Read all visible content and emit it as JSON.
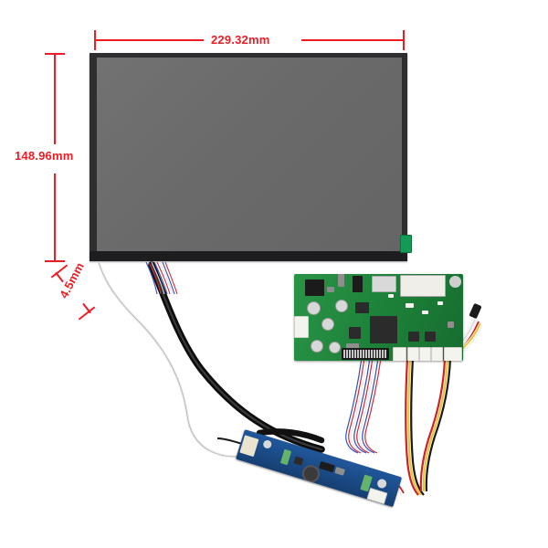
{
  "image": {
    "subject": "lcd-panel-kit-with-driver-board",
    "background_color": "#ffffff"
  },
  "annotations": {
    "accent_color": "#ee1c24",
    "width_label": "229.32mm",
    "height_label": "148.96mm",
    "thickness_label": "4.5mm"
  },
  "panel": {
    "name": "lcd-panel",
    "bezel_color": "#2e2e30",
    "screen_color": "#6b6b6b",
    "connector_tab_color": "#119b54"
  },
  "driver_board": {
    "name": "hdmi-driver-board",
    "pcb_color": "#1f8a3b",
    "ports": [
      "hdmi-port",
      "usb-port",
      "power-jack",
      "audio-jack"
    ],
    "headers": [
      "lvds-header",
      "key-header",
      "backlight-header"
    ]
  },
  "inverter_board": {
    "name": "button-inverter-board",
    "pcb_color": "#18467f",
    "controls": [
      "power-button"
    ]
  },
  "cables": {
    "lvds_ribbon": "lvds-ribbon-cable",
    "sleeved_black": "black-sleeved-cable",
    "power_wire": "red-yellow-black-power-wire",
    "ir_sensor": "ir-receiver-cable"
  }
}
